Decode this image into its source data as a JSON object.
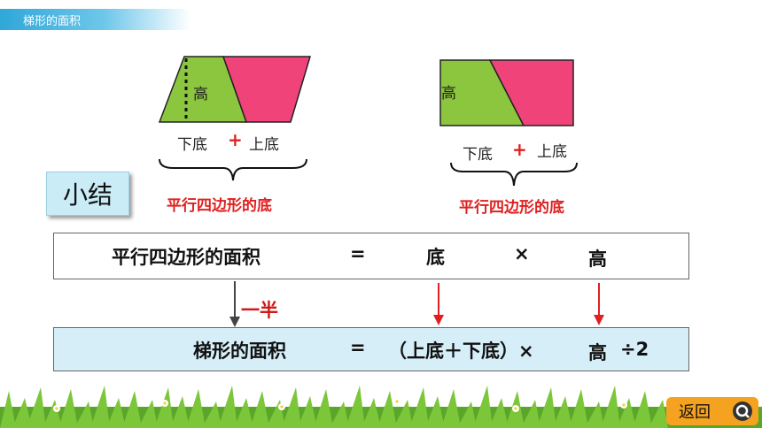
{
  "header": {
    "title": "梯形的面积"
  },
  "figure_left": {
    "height_label": "高",
    "lower_base": "下底",
    "plus": "+",
    "upper_base": "上底",
    "brace_caption": "平行四边形的底"
  },
  "figure_right": {
    "height_label": "高",
    "lower_base": "下底",
    "plus": "+",
    "upper_base": "上底",
    "brace_caption": "平行四边形的底"
  },
  "summary": {
    "label": "小结"
  },
  "formula_parallelogram": {
    "name": "平行四边形的面积",
    "equals": "=",
    "base": "底",
    "times": "×",
    "height": "高"
  },
  "half_label": "一半",
  "formula_trapezoid": {
    "name": "梯形的面积",
    "equals": "=",
    "expression": "（上底＋下底）×",
    "height": "高",
    "divide": "÷2"
  },
  "nav": {
    "return_label": "返回"
  },
  "colors": {
    "green": "#8cc63f",
    "pink": "#f0437a",
    "blue_light": "#d6eef8",
    "red": "#e02020",
    "orange": "#f4a21f"
  }
}
